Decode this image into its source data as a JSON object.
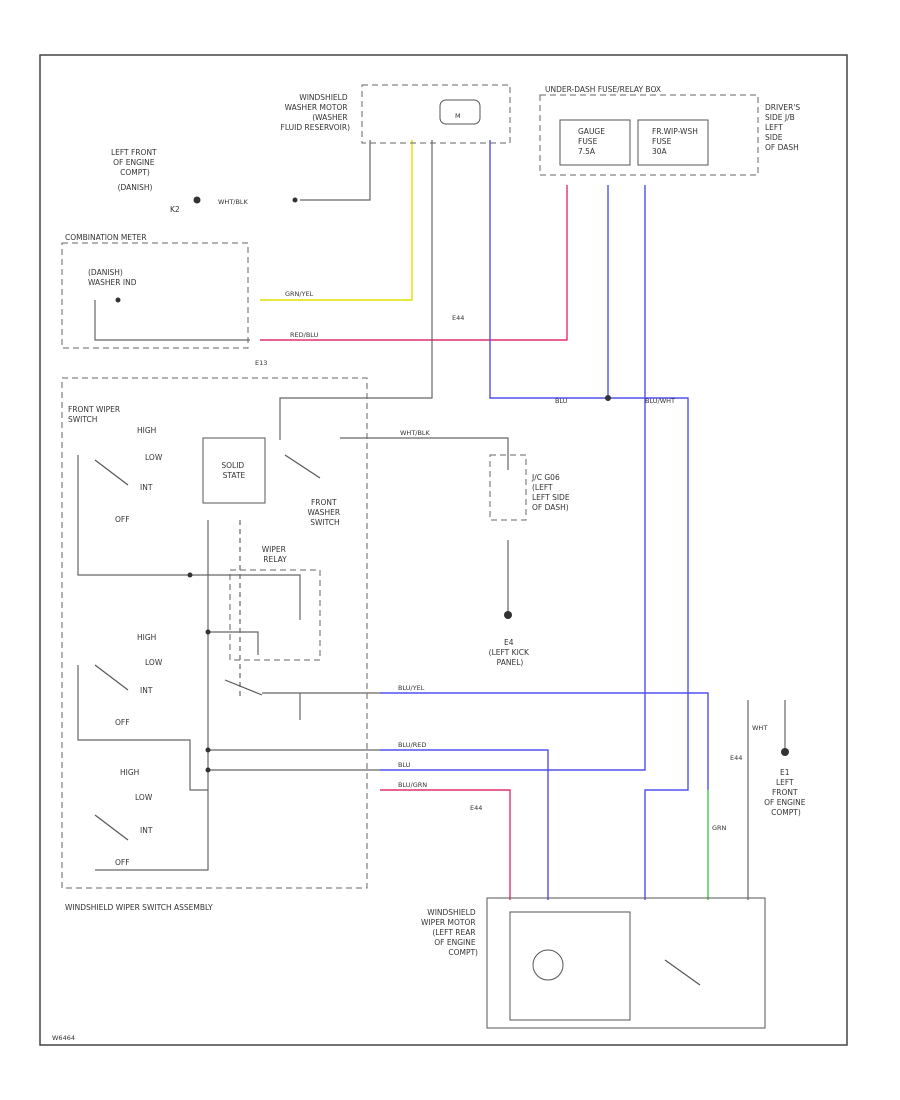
{
  "colors": {
    "yellow": "#e0e000",
    "red": "#e0306a",
    "blue": "#5050f0",
    "green": "#40d040",
    "black": "#555555"
  },
  "components": {
    "washer_motor": [
      "WINDSHIELD",
      "WASHER MOTOR",
      "(WASHER",
      "FLUID RESERVOIR)"
    ],
    "left_front_engine_a": [
      "LEFT FRONT",
      "OF ENGINE",
      "COMPT)"
    ],
    "connector_a": "(DANISH)",
    "connector_a_pin": "K2",
    "combination_meter": "COMBINATION METER",
    "washer_ind": [
      "(DANISH)",
      "WASHER IND"
    ],
    "fuse_box": "UNDER-DASH FUSE/RELAY BOX",
    "fuse_box_side": [
      "DRIVER'S",
      "SIDE J/B",
      "LEFT",
      "SIDE",
      "OF DASH"
    ],
    "gauge_fuse": [
      "GAUGE",
      "FUSE",
      "7.5A"
    ],
    "wiper_fuse": [
      "FR.WIP-WSH",
      "FUSE",
      "30A"
    ],
    "front_wiper_switch": [
      "FRONT WIPER",
      "SWITCH"
    ],
    "solid_state": [
      "SOLID",
      "STATE"
    ],
    "front_washer_switch": [
      "FRONT",
      "WASHER",
      "SWITCH"
    ],
    "wiper_relay": [
      "WIPER",
      "RELAY"
    ],
    "switch_assembly": "WINDSHIELD WIPER SWITCH ASSEMBLY",
    "ground_g_lbl": [
      "J/C G06",
      "(LEFT",
      "LEFT SIDE",
      "OF DASH)"
    ],
    "ground_e4": [
      "E4",
      "(LEFT KICK",
      "PANEL)"
    ],
    "ground_e1": [
      "E1",
      "LEFT",
      "FRONT",
      "OF ENGINE",
      "COMPT)"
    ],
    "wiper_motor": [
      "WINDSHIELD",
      "WIPER MOTOR",
      "(LEFT REAR",
      "OF ENGINE",
      "COMPT)"
    ],
    "splice_e13": "E13",
    "splice_e44": "E44",
    "splice_e44b": "E44",
    "splice_e44c": "E44",
    "sw_positions_a": [
      "HIGH",
      "LOW",
      "INT",
      "OFF"
    ],
    "sw_positions_b": [
      "HIGH",
      "LOW",
      "INT",
      "OFF"
    ],
    "sw_positions_c": [
      "HIGH",
      "LOW",
      "INT",
      "OFF"
    ],
    "wire_labels": {
      "wht_blk": "WHT/BLK",
      "grn_yel": "GRN/YEL",
      "red_blu": "RED/BLU",
      "blu": "BLU",
      "blu_wht": "BLU/WHT",
      "blu_red": "BLU/RED",
      "blu_grn": "BLU/GRN",
      "grn": "GRN",
      "wht": "WHT",
      "blu_yel": "BLU/YEL"
    },
    "footer": "W6464"
  }
}
